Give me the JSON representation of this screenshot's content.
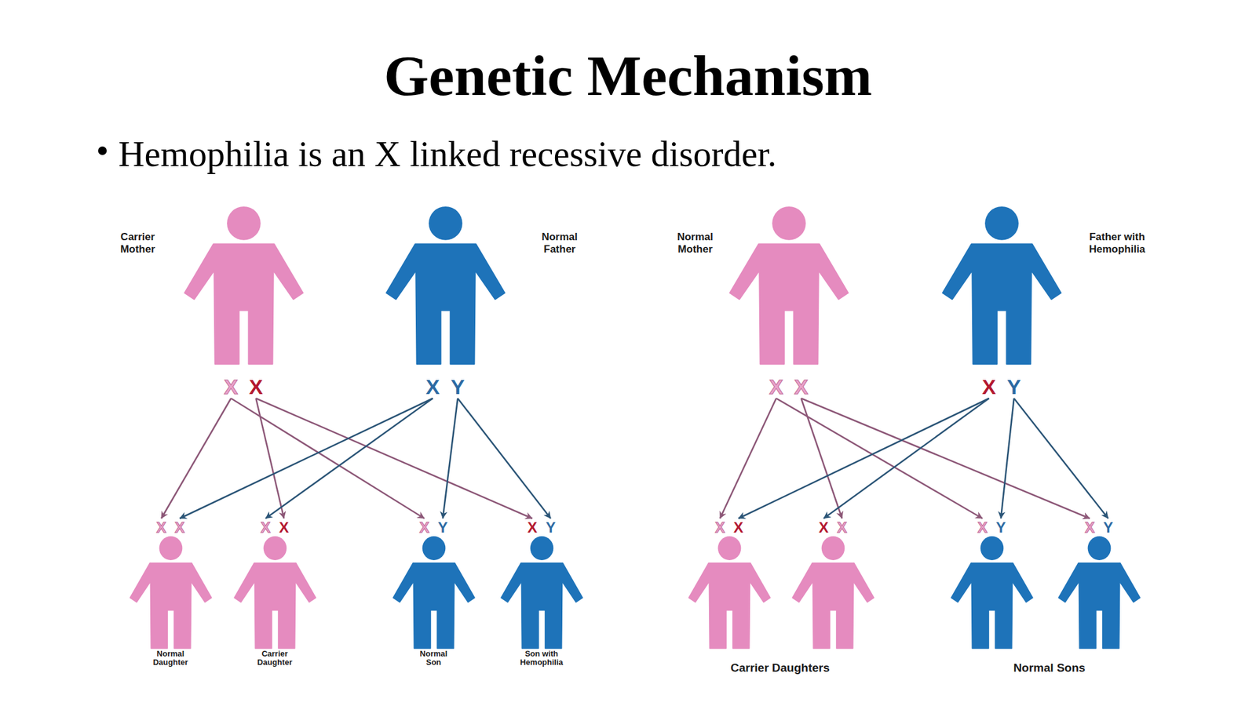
{
  "diagram": {
    "title": "Genetic Mechanism",
    "nodes": [
      {
        "text": [
          "Carrier Mother",
          "X",
          "X"
        ]
      },
      {
        "text": [
          "Normal Father",
          "X",
          "Y"
        ]
      },
      {
        "text": [
          "Normal Mother",
          "X",
          "X"
        ]
      },
      {
        "text": [
          "Father with Hemophilia",
          "X",
          "Y"
        ]
      },
      {
        "text": [
          "X",
          "X",
          "Normal Daughter"
        ]
      },
      {
        "text": [
          "X",
          "X",
          "Carrier Daughter"
        ]
      },
      {
        "text": [
          "X",
          "Y",
          "Normal Son"
        ]
      },
      {
        "text": [
          "X",
          "Y",
          "Son with Hemophilia"
        ]
      },
      {
        "text": [
          "X",
          "X"
        ]
      },
      {
        "text": [
          "X",
          "X"
        ]
      },
      {
        "text": [
          "X",
          "Y"
        ]
      },
      {
        "text": [
          "X",
          "Y"
        ]
      }
    ],
    "edges": [
      {
        "from": 0,
        "to": 4,
        "arrow": "to"
      },
      {
        "from": 0,
        "to": 5,
        "arrow": "to"
      },
      {
        "from": 0,
        "to": 6,
        "arrow": "to"
      },
      {
        "from": 0,
        "to": 7,
        "arrow": "to"
      },
      {
        "from": 1,
        "to": 4,
        "arrow": "to"
      },
      {
        "from": 1,
        "to": 5,
        "arrow": "to"
      },
      {
        "from": 1,
        "to": 6,
        "arrow": "to"
      },
      {
        "from": 1,
        "to": 7,
        "arrow": "to"
      },
      {
        "from": 2,
        "to": 8,
        "arrow": "to"
      },
      {
        "from": 2,
        "to": 9,
        "arrow": "to"
      },
      {
        "from": 2,
        "to": 10,
        "arrow": "to"
      },
      {
        "from": 2,
        "to": 11,
        "arrow": "to"
      },
      {
        "from": 3,
        "to": 8,
        "arrow": "to"
      },
      {
        "from": 3,
        "to": 9,
        "arrow": "to"
      },
      {
        "from": 3,
        "to": 10,
        "arrow": "to"
      },
      {
        "from": 3,
        "to": 11,
        "arrow": "to"
      }
    ],
    "labels": [
      "Hemophilia is an X linked recessive disorder.",
      "Carrier Daughters",
      "Normal Sons"
    ]
  }
}
